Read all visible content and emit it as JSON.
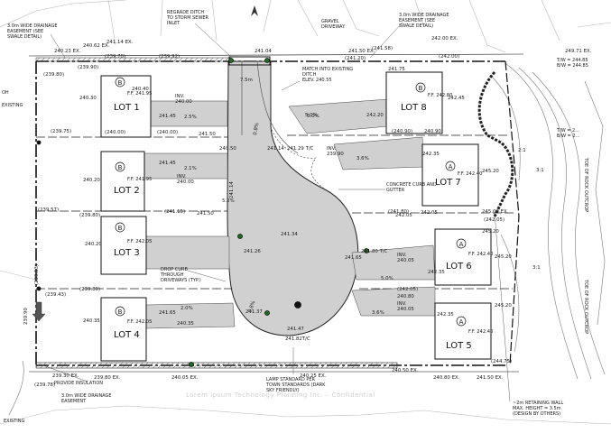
{
  "lots": [
    {
      "id": "lot-1",
      "lot": "LOT 1",
      "type": "B",
      "ff": "F.F. 241.95"
    },
    {
      "id": "lot-2",
      "lot": "LOT 2",
      "type": "B",
      "ff": "F.F. 241.95"
    },
    {
      "id": "lot-3",
      "lot": "LOT 3",
      "type": "B",
      "ff": "F.F. 242.05"
    },
    {
      "id": "lot-4",
      "lot": "LOT 4",
      "type": "B",
      "ff": "F.F. 242.05"
    },
    {
      "id": "lot-5",
      "lot": "LOT 5",
      "type": "A",
      "ff": "F.F. 242.40"
    },
    {
      "id": "lot-6",
      "lot": "LOT 6",
      "type": "A",
      "ff": "F.F. 242.40"
    },
    {
      "id": "lot-7",
      "lot": "LOT 7",
      "type": "A",
      "ff": "F.F. 242.40"
    },
    {
      "id": "lot-8",
      "lot": "LOT 8",
      "type": "B",
      "ff": "F.F. 242.80"
    }
  ],
  "notes": {
    "drainage_top_left": [
      "3.0m WIDE DRAINAGE",
      "EASEMENT (SEE",
      "SWALE DETAIL)"
    ],
    "regrade_ditch": [
      "REGRADE DITCH",
      "TO STORM SEWER",
      "INLET"
    ],
    "drainage_top_right": [
      "3.0m WIDE DRAINAGE",
      "EASEMENT (SEE",
      "SWALE DETAIL)"
    ],
    "match_ditch": [
      "MATCH INTO EXISTING",
      "DITCH",
      "ELEV. 240.55"
    ],
    "concrete_curb": [
      "CONCRETE CURB AND",
      "GUTTER"
    ],
    "drop_curb": [
      "DROP CURB",
      "THROUGH",
      "DRIVEWAYS (TYP.)"
    ],
    "lamp_standard": [
      "LAMP STANDARD PER",
      "TOWN STANDARDS (DARK",
      "SKY FRIENDLY)"
    ],
    "provide_insulation": "PROVIDE INSULATION",
    "drainage_bottom": [
      "3.0m WIDE DRAINAGE",
      "EASEMENT"
    ],
    "retaining_wall": [
      "~2m RETAINING WALL",
      "MAX. HEIGHT = 3.5m",
      "(DESIGN BY OTHERS)"
    ],
    "tw_bw_top": [
      "T/W = 244.85",
      "B/W = 244.85"
    ],
    "tw_bw_mid": [
      "T/W = 2...",
      "B/W = 2..."
    ],
    "toe_outcrop_top": "TOE OF ROCK OUTCROP",
    "toe_outcrop_bottom": "TOE OF ROCK OUTCROP",
    "existing_bottom": "EXISTING",
    "gravel_driveway": [
      "GRAVEL",
      "DRIVEWAY"
    ],
    "existing_left": "EXISTING",
    "oh": "OH"
  },
  "boundary_elevations": {
    "top": [
      "240.23 EX.",
      "240.62 EX.",
      "241.14 EX.",
      "241.04",
      "241.50 EX.",
      "242.00 EX.",
      "249.71 EX.",
      "(239.70)",
      "(239.92)",
      "(239.90)",
      "(241.20)",
      "(242.00)",
      "(241.58)"
    ],
    "bottom": [
      "239.30 EX.",
      "239.80 EX.",
      "240.05 EX.",
      "240.25 EX.",
      "240.50 EX.",
      "240.80 EX.",
      "241.50 EX.",
      "(239.78)",
      "(244.75)"
    ],
    "left": [
      "(239.80)",
      "(239.75)",
      "(239.57)",
      "(239.43)",
      "(239.53)",
      "239.90"
    ],
    "right": [
      "245.00 EX.",
      "(242.05)"
    ]
  },
  "lot_elevations": {
    "lot1": [
      "240.40",
      "240.30",
      "241.45",
      "(240.00)",
      "2.5%",
      "INV.",
      "240.00"
    ],
    "lot2": [
      "241.45",
      "240.20",
      "2.1%",
      "(240.00)",
      "INV.",
      "240.00"
    ],
    "lot3": [
      "240.20",
      "241.50",
      "(239.80)",
      "(241.15)"
    ],
    "lot4": [
      "241.65",
      "240.35",
      "2.0%",
      "(239.80)",
      "240.35"
    ],
    "lot5": [
      "242.35",
      "(242.05)",
      "245.20",
      "3.6%",
      "INV.",
      "240.05"
    ],
    "lot6": [
      "242.05",
      "242.35",
      "245.20",
      "5.0%",
      "INV.",
      "240.05"
    ],
    "lot7": [
      "242.35",
      "245.20",
      "(241.80)",
      "245.20"
    ],
    "lot8": [
      "242.45",
      "242.20",
      "241.75",
      "5.0%",
      "(240.90)"
    ]
  },
  "road_elevations": {
    "cul_de_sac": [
      "241.29 T/C",
      "241.14",
      "INV.",
      "239.90",
      "241.34",
      "241.26",
      "241.65",
      "241.80 T/C",
      "241.37",
      "241.47",
      "241.82T/C",
      "3.6%",
      "5.0%",
      "5.2%",
      "0.8%",
      "0.8%",
      "241.14",
      "7.5m"
    ],
    "curb_labels": [
      "240.50",
      "242.05",
      "240.90",
      "241.50",
      "240.80"
    ],
    "slope_labels": [
      "3:1",
      "3:1",
      "2:1"
    ]
  },
  "watermark": "Lorem Ipsum Technology Planning Inc. – Confidential"
}
